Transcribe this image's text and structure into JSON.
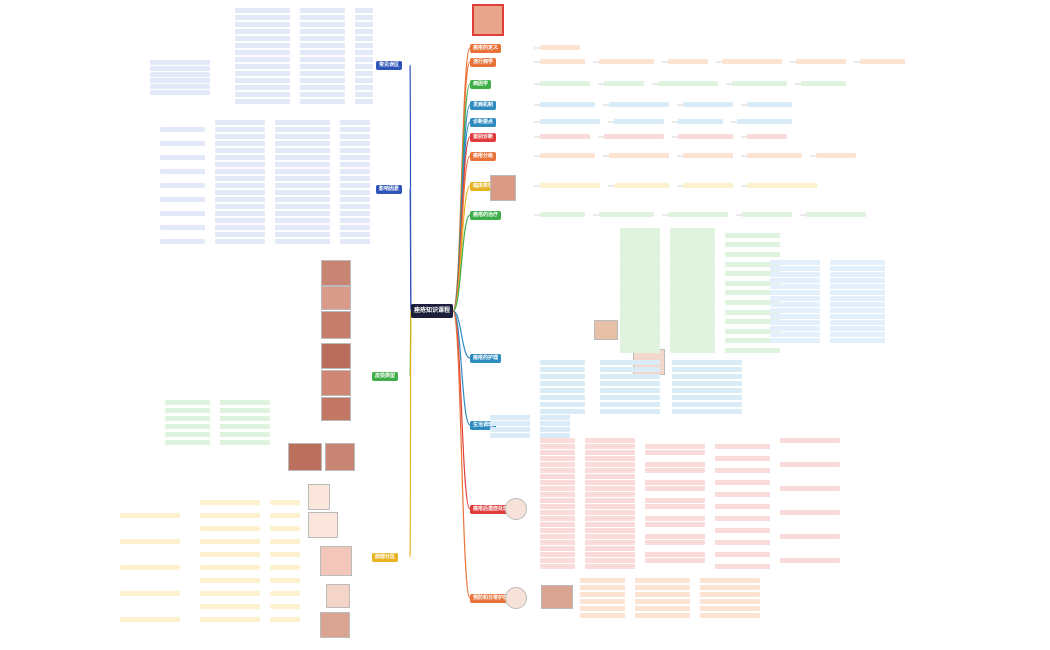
{
  "title": "痤疮知识课程",
  "branches": [
    {
      "name": "痤疮的定义",
      "color": "#e8733a"
    },
    {
      "name": "流行病学",
      "color": "#e8733a"
    },
    {
      "name": "病因学",
      "color": "#3fae49"
    },
    {
      "name": "发病机制",
      "color": "#2e8bc0"
    },
    {
      "name": "诊断要点",
      "color": "#2e8bc0"
    },
    {
      "name": "鉴别诊断",
      "color": "#e03c3c"
    },
    {
      "name": "痤疮分级",
      "color": "#e8733a"
    },
    {
      "name": "临床表现",
      "color": "#e8b323"
    },
    {
      "name": "痤疮的治疗",
      "color": "#3fae49"
    },
    {
      "name": "痤疮的护理",
      "color": "#3fae49"
    },
    {
      "name": "生活调理",
      "color": "#2e8bc0"
    },
    {
      "name": "痤疮后遗症处理",
      "color": "#e03c3c"
    },
    {
      "name": "预防和日常护理",
      "color": "#e8733a"
    },
    {
      "name": "皮损类型",
      "color": "#3fae49"
    },
    {
      "name": "常见误区",
      "color": "#3055b8"
    },
    {
      "name": "影响因素",
      "color": "#3055b8"
    },
    {
      "name": "面部分区",
      "color": "#e8b323"
    }
  ],
  "colors": {
    "left_blue": "#3055b8",
    "green": "#3fae49",
    "orange": "#e8733a",
    "red": "#e03c3c",
    "yellow": "#e8b323",
    "teal": "#2e8bc0"
  },
  "icons": [
    "acne-photo-icon",
    "face-diagram-icon",
    "skin-layer-icon"
  ]
}
